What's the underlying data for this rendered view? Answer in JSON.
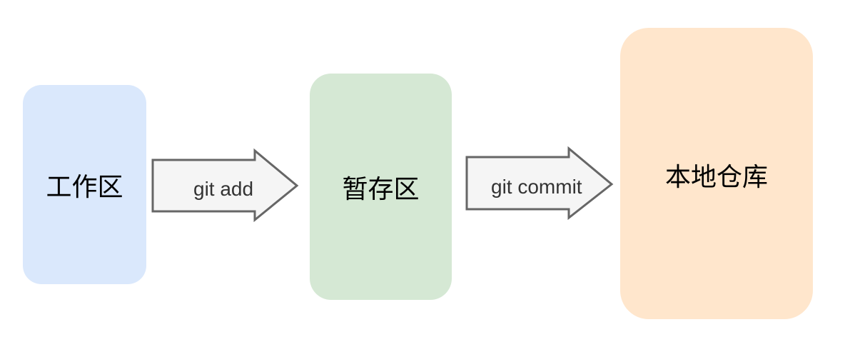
{
  "boxes": {
    "working": {
      "label": "工作区",
      "color": "#dae8fc"
    },
    "staging": {
      "label": "暂存区",
      "color": "#d5e8d4"
    },
    "repo": {
      "label": "本地仓库",
      "color": "#ffe6cc"
    }
  },
  "arrows": {
    "add": {
      "label": "git add"
    },
    "commit": {
      "label": "git commit"
    },
    "fill": "#f5f5f5",
    "stroke": "#666666"
  }
}
